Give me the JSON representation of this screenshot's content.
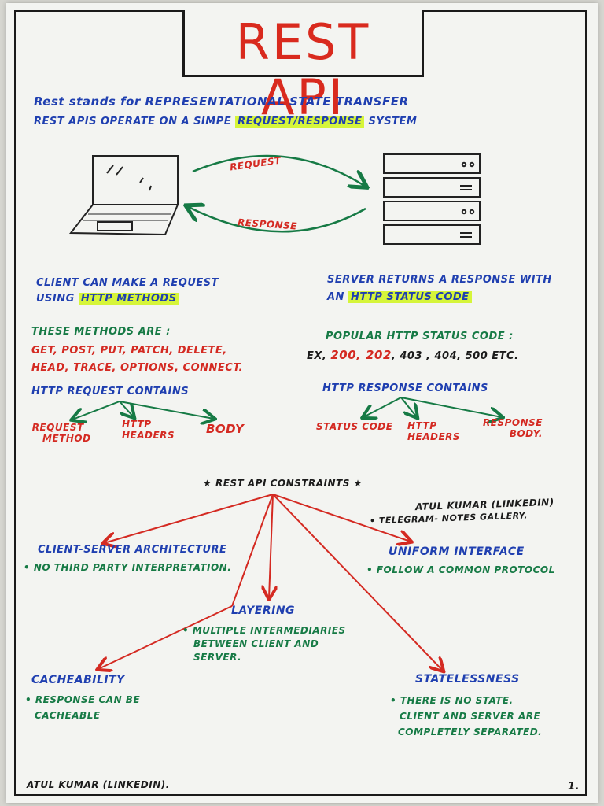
{
  "title": "REST API",
  "intro": {
    "line1_pre": "Rest stands for ",
    "line1_rest": "REPRESENTATIONAL STATE TRANSFER",
    "line2_pre": "REST APIS OPERATE ON A SIMPE ",
    "line2_highlight": "REQUEST/RESPONSE",
    "line2_post": " SYSTEM"
  },
  "diagram": {
    "request_label": "REQUEST",
    "response_label": "RESPONSE",
    "client_icon": "laptop-icon",
    "server_icon": "server-rack-icon"
  },
  "client": {
    "line1": "CLIENT CAN MAKE A REQUEST",
    "line2_pre": "USING ",
    "line2_highlight": "HTTP METHODS",
    "methods_heading": "THESE METHODS ARE :",
    "methods_line1": "GET, POST, PUT, PATCH, DELETE,",
    "methods_line2": "HEAD, TRACE, OPTIONS, CONNECT.",
    "request_heading": "HTTP REQUEST CONTAINS",
    "request_parts": [
      {
        "line1": "REQUEST",
        "line2": "METHOD"
      },
      {
        "line1": "HTTP",
        "line2": "HEADERS"
      },
      {
        "line1": "BODY",
        "line2": ""
      }
    ]
  },
  "server": {
    "line1": "SERVER RETURNS A RESPONSE WITH",
    "line2_pre": "AN ",
    "line2_highlight": "HTTP STATUS CODE",
    "codes_heading": "POPULAR HTTP STATUS CODE :",
    "codes_pre": "EX, ",
    "codes_red": "200, 202",
    "codes_post": ", 403 , 404, 500 ETC.",
    "response_heading": "HTTP RESPONSE CONTAINS",
    "response_parts": [
      {
        "line1": "STATUS CODE",
        "line2": ""
      },
      {
        "line1": "HTTP",
        "line2": "HEADERS"
      },
      {
        "line1": "RESPONSE",
        "line2": "BODY."
      }
    ]
  },
  "constraints": {
    "heading": "REST API CONSTRAINTS",
    "items": [
      {
        "title": "CLIENT-SERVER ARCHITECTURE",
        "lines": [
          "• NO THIRD PARTY INTERPRETATION."
        ]
      },
      {
        "title": "UNIFORM INTERFACE",
        "lines": [
          "• FOLLOW A COMMON PROTOCOL"
        ]
      },
      {
        "title": "LAYERING",
        "lines": [
          "• MULTIPLE INTERMEDIARIES",
          "BETWEEN CLIENT AND",
          "SERVER."
        ]
      },
      {
        "title": "CACHEABILITY",
        "lines": [
          "• RESPONSE CAN BE",
          "CACHEABLE"
        ]
      },
      {
        "title": "STATELESSNESS",
        "lines": [
          "• THERE IS NO STATE.",
          "CLIENT AND SERVER ARE",
          "COMPLETELY SEPARATED."
        ]
      }
    ]
  },
  "watermark": {
    "line1": "ATUL KUMAR (LINKEDIN)",
    "line2": "• TELEGRAM- NOTES GALLERY."
  },
  "footer": {
    "author": "ATUL KUMAR (LINKEDIN).",
    "page": "1."
  },
  "colors": {
    "blue_ink": "#1f3fb0",
    "red_ink": "#d42a22",
    "green_ink": "#167a45",
    "highlight": "#d6f53a"
  }
}
